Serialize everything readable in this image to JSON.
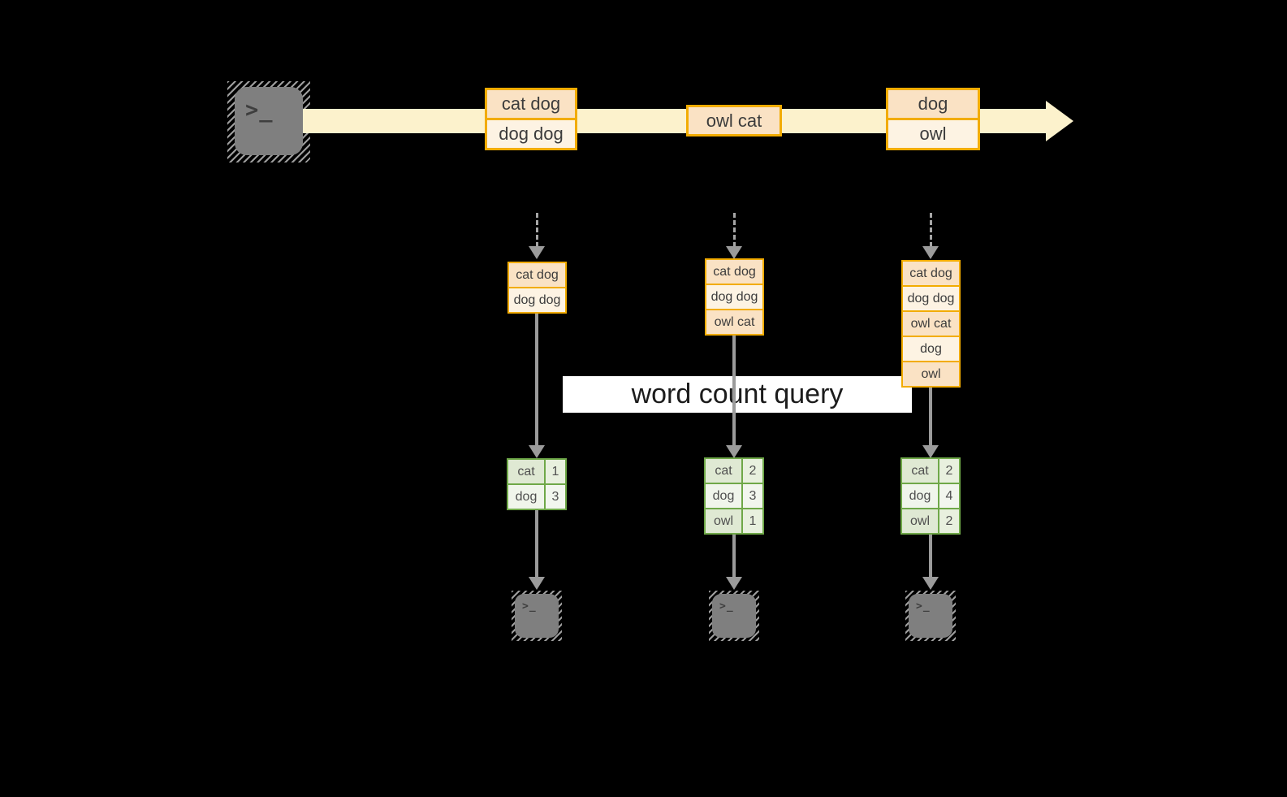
{
  "colors": {
    "accent_orange": "#F2AC00",
    "cell_peach": "#FAE2C4",
    "cell_cream": "#FDF3E3",
    "timeline_straw": "#FCF2CC",
    "table_green": "#6FA848",
    "connector_gray": "#9B9B9B",
    "terminal_gray": "#7F7F7F",
    "query_band_bg": "#FFFFFF"
  },
  "source_terminal": {
    "icon": "terminal-icon",
    "glyph": ">_"
  },
  "stream": {
    "batches": [
      {
        "cells": [
          "cat dog",
          "dog dog"
        ]
      },
      {
        "cells": [
          "owl cat"
        ]
      },
      {
        "cells": [
          "dog",
          "owl"
        ]
      }
    ]
  },
  "query": {
    "label": "word count query"
  },
  "micro_batches": [
    {
      "input": [
        "cat dog",
        "dog dog"
      ],
      "counts": [
        [
          "cat",
          "1"
        ],
        [
          "dog",
          "3"
        ]
      ]
    },
    {
      "input": [
        "cat dog",
        "dog dog",
        "owl cat"
      ],
      "counts": [
        [
          "cat",
          "2"
        ],
        [
          "dog",
          "3"
        ],
        [
          "owl",
          "1"
        ]
      ]
    },
    {
      "input": [
        "cat dog",
        "dog dog",
        "owl cat",
        "dog",
        "owl"
      ],
      "counts": [
        [
          "cat",
          "2"
        ],
        [
          "dog",
          "4"
        ],
        [
          "owl",
          "2"
        ]
      ]
    }
  ],
  "sink_terminals": [
    {
      "icon": "terminal-icon",
      "glyph": ">_"
    },
    {
      "icon": "terminal-icon",
      "glyph": ">_"
    },
    {
      "icon": "terminal-icon",
      "glyph": ">_"
    }
  ]
}
